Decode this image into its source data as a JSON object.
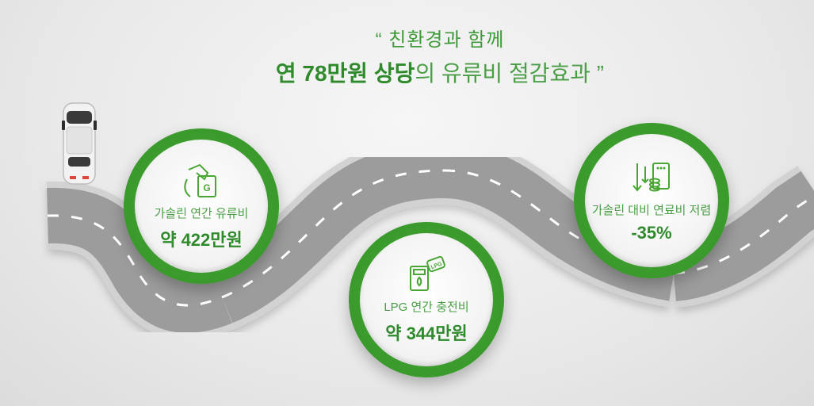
{
  "headline": {
    "line1": "“ 친환경과 함께",
    "line2_bold": "연 78만원 상당",
    "line2_rest": "의 유류비 절감효과 ”"
  },
  "badges": [
    {
      "label": "가솔린 연간 유류비",
      "value": "약 422만원",
      "icon": "gas-pump-icon"
    },
    {
      "label": "LPG 연간 충전비",
      "value": "약 344만원",
      "icon": "lpg-station-icon"
    },
    {
      "label": "가솔린 대비 연료비 저렴",
      "value": "-35%",
      "icon": "cost-down-icon"
    }
  ],
  "colors": {
    "green": "#3a9a2c",
    "dark_green": "#2f8a2c",
    "road": "#9c9c9c"
  }
}
